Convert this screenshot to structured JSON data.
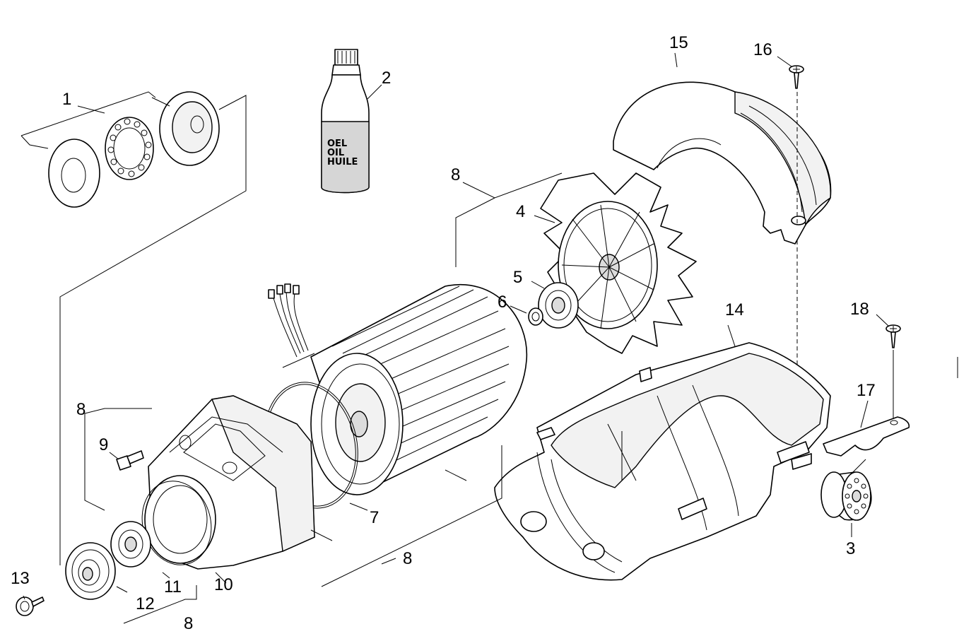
{
  "callouts": {
    "c1": "1",
    "c2": "2",
    "c3": "3",
    "c4": "4",
    "c5": "5",
    "c6": "6",
    "c7": "7",
    "c8a": "8",
    "c8b": "8",
    "c8c": "8",
    "c8d": "8",
    "c9": "9",
    "c10": "10",
    "c11": "11",
    "c12": "12",
    "c13": "13",
    "c14": "14",
    "c15": "15",
    "c16": "16",
    "c17": "17",
    "c18": "18"
  },
  "oil_bottle_label": {
    "line1": "OEL",
    "line2": "OIL",
    "line3": "HUILE"
  }
}
